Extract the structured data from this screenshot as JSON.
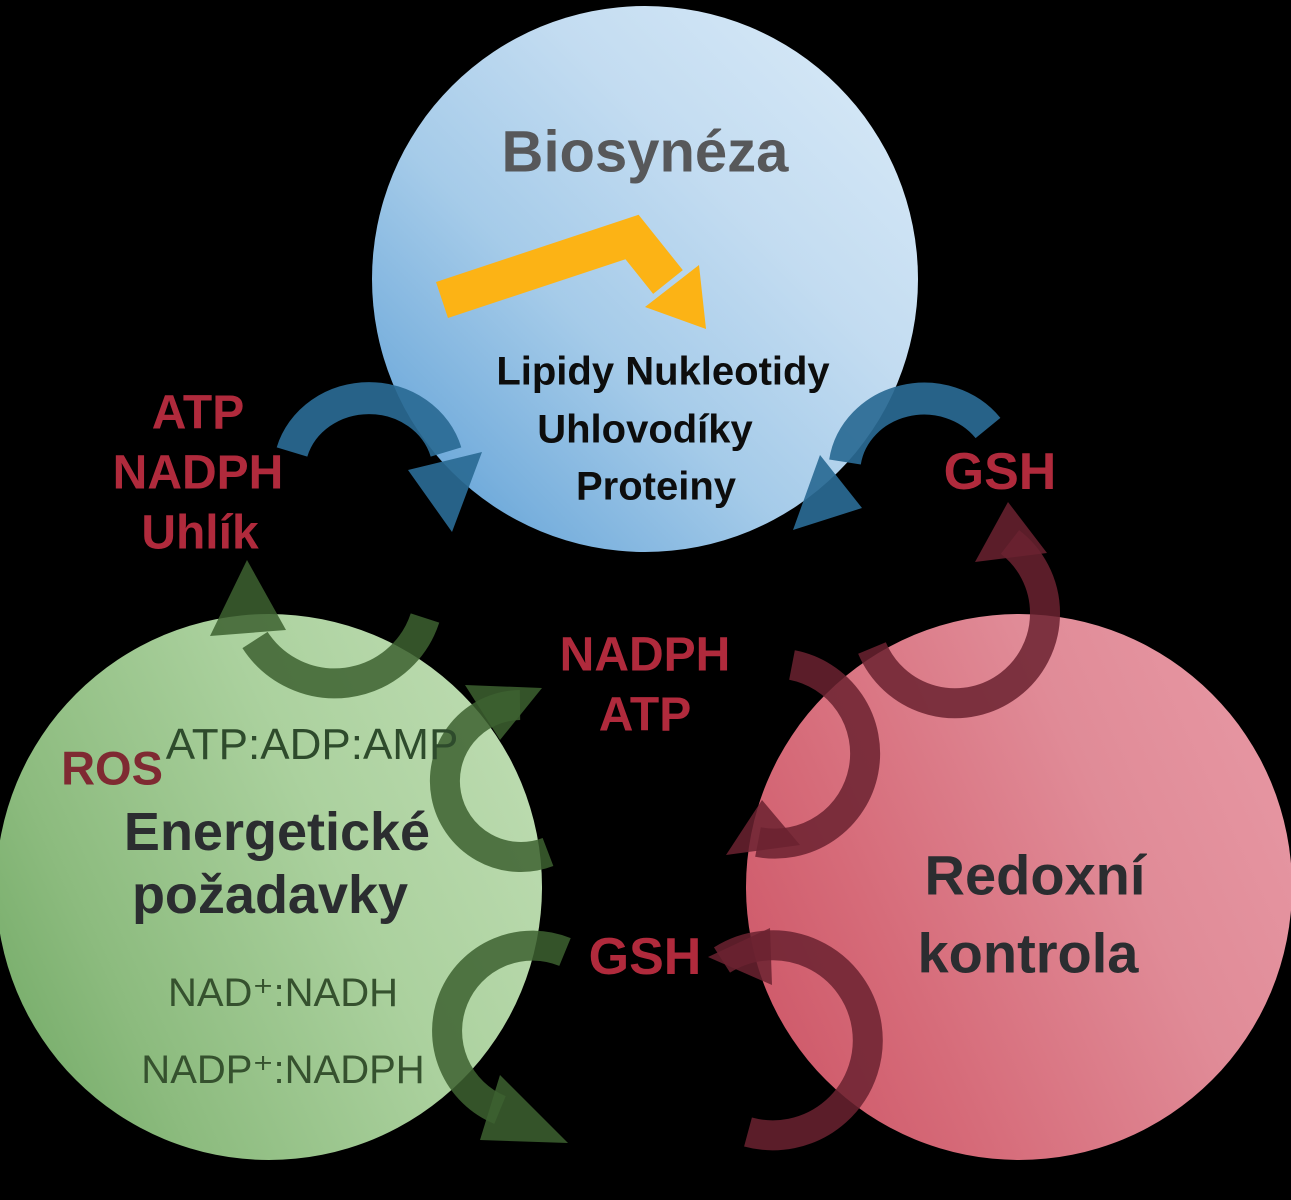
{
  "background": "#000000",
  "colors": {
    "blue_circle_light": "#dcecf8",
    "blue_circle_dark": "#4f97d0",
    "green_circle_light": "#c1deb5",
    "green_circle_dark": "#6da661",
    "red_circle_light": "#e89aa6",
    "red_circle_dark": "#cb5263",
    "arrow_blue": "#2a6a94",
    "arrow_green": "#3d6130",
    "arrow_maroon": "#6b2230",
    "accent_yellow": "#fcb315",
    "label_crimson": "#b02a3c",
    "ros_maroon": "#7f2a32",
    "title_gray": "#57585a",
    "dark_text": "#2b2d30",
    "green_text": "#2e4b2c"
  },
  "biosynthesis": {
    "title": "Biosynéza",
    "products_line1": "Lipidy Nukleotidy",
    "products_line2": "Uhlovodíky",
    "products_line3": "Proteiny"
  },
  "energy": {
    "ratio_top": "ATP:ADP:AMP",
    "ros": "ROS",
    "title_line1": "Energetické",
    "title_line2": "požadavky",
    "ratio_nad": "NAD⁺:NADH",
    "ratio_nadp": "NADP⁺:NADPH"
  },
  "redox": {
    "title_line1": "Redoxní",
    "title_line2": "kontrola"
  },
  "exchange_labels": {
    "left_line1": "ATP",
    "left_line2": "NADPH",
    "left_line3": "Uhlík",
    "right": "GSH",
    "middle_line1": "NADPH",
    "middle_line2": "ATP",
    "bottom": "GSH"
  }
}
